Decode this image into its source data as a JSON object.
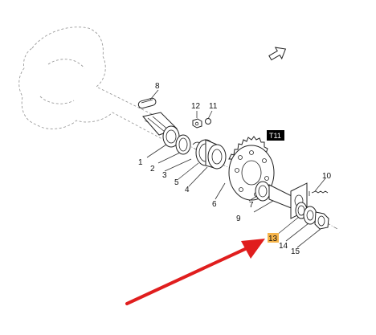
{
  "diagram": {
    "callouts": [
      "1",
      "2",
      "3",
      "4",
      "5",
      "6",
      "7",
      "8",
      "9",
      "10",
      "11",
      "12",
      "13",
      "14",
      "15"
    ],
    "view_tag": "T11",
    "highlighted_callout": "13",
    "colors": {
      "highlight": "#f6b44a",
      "arrow": "#e01e1e",
      "tag_background": "#000000",
      "linework": "#222222",
      "ghost_outline": "#9a9a9a"
    },
    "icons": [
      "direction-arrow-icon",
      "pointer-arrow-icon"
    ]
  }
}
